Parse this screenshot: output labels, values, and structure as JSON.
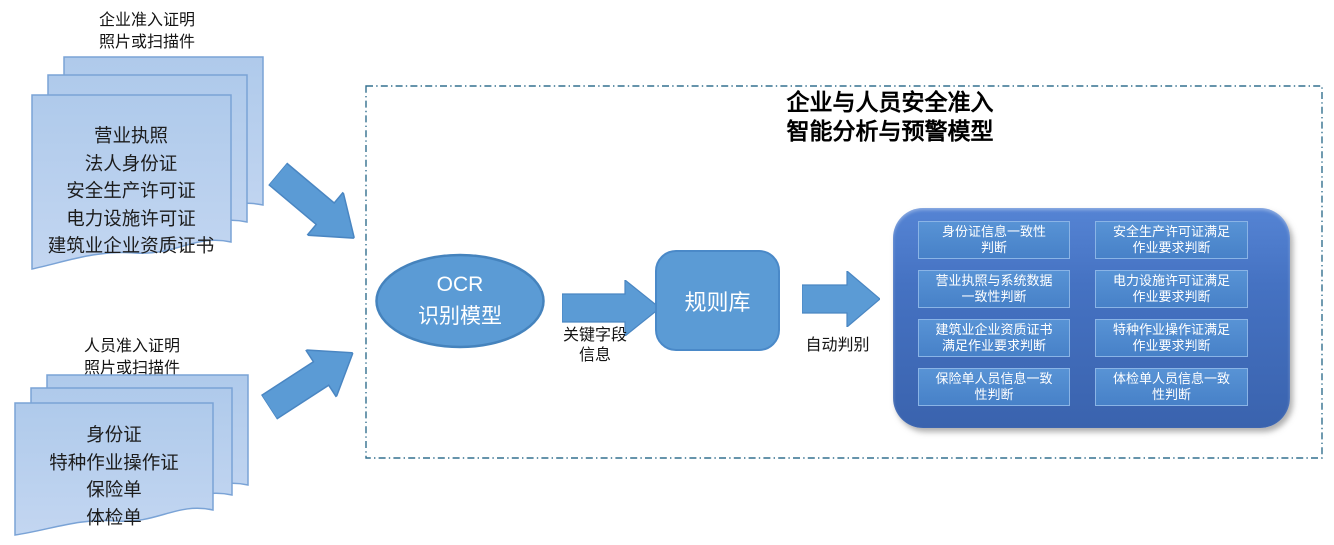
{
  "diagram": {
    "enterprise_input": {
      "label": "企业准入证明\n照片或扫描件",
      "documents": "营业执照\n法人身份证\n安全生产许可证\n电力设施许可证\n建筑业企业资质证书"
    },
    "personnel_input": {
      "label": "人员准入证明\n照片或扫描件",
      "documents": "身份证\n特种作业操作证\n保险单\n体检单"
    },
    "model": {
      "title": "企业与人员安全准入\n智能分析与预警模型",
      "ocr_node": "OCR\n识别模型",
      "key_fields_label": "关键字段\n信息",
      "rules_node": "规则库",
      "auto_judge_label": "自动判别",
      "checks": [
        "身份证信息一致性\n判断",
        "安全生产许可证满足\n作业要求判断",
        "营业执照与系统数据\n一致性判断",
        "电力设施许可证满足\n作业要求判断",
        "建筑业企业资质证书\n满足作业要求判断",
        "特种作业操作证满足\n作业要求判断",
        "保险单人员信息一致\n性判断",
        "体检单人员信息一致\n性判断"
      ]
    },
    "colors": {
      "shape_fill": "#5B9BD5",
      "shape_border": "#4583BD",
      "document_fill": "#B5CEED",
      "document_border": "#7AA3D6",
      "panel_fill_top": "#5180D1",
      "panel_fill_bottom": "#3A63AE",
      "check_fill": "#4E8AD0",
      "check_border": "#8AB4E6",
      "dashed_border": "#34708F"
    }
  }
}
